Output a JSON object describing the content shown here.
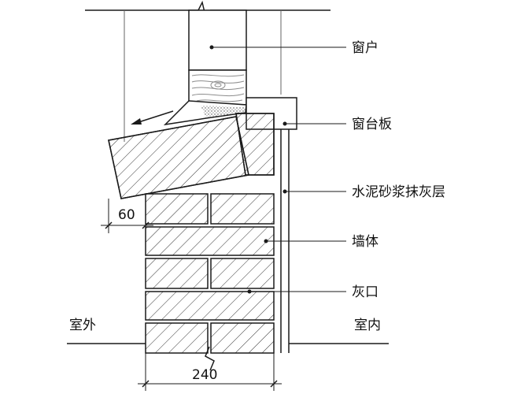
{
  "labels": {
    "window": "窗户",
    "sill_board": "窗台板",
    "plaster": "水泥砂浆抹灰层",
    "wall": "墙体",
    "mortar_joint": "灰口",
    "outdoor": "室外",
    "indoor": "室内"
  },
  "dimensions": {
    "projection": "60",
    "wall_thickness": "240"
  },
  "colors": {
    "line": "#1a1a1a",
    "hatch": "#333333",
    "wood": "#8c8c8c",
    "mortar": "#bfbfbf"
  }
}
